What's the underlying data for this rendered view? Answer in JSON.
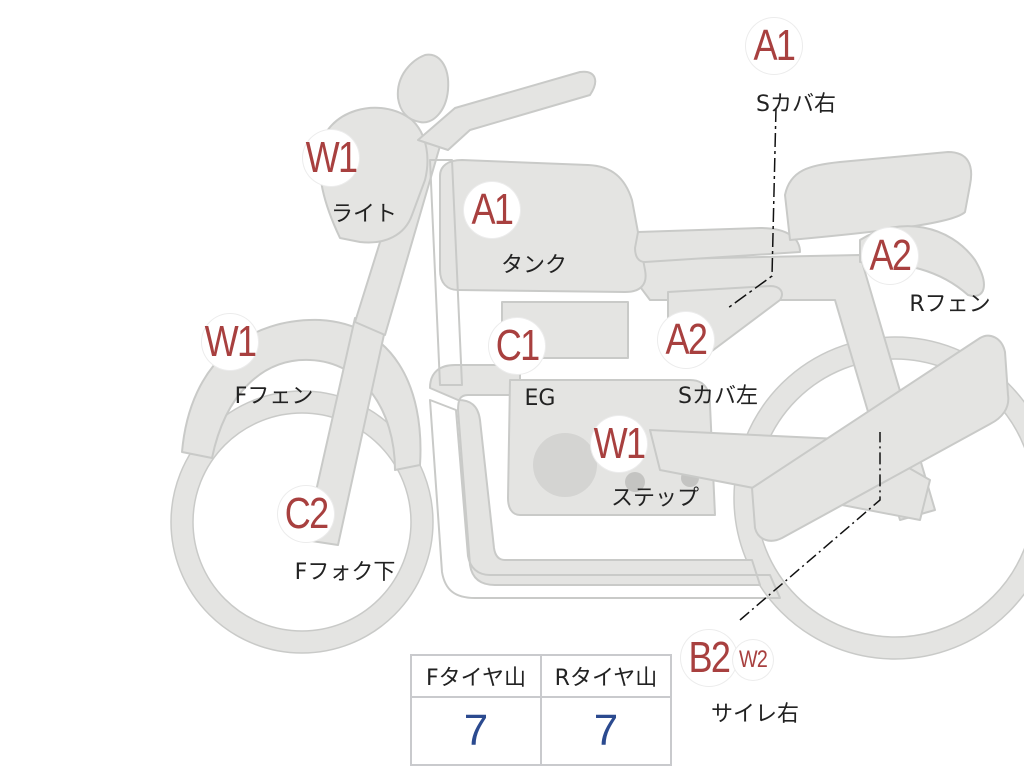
{
  "markers": [
    {
      "id": "a1-side-cover-right",
      "code": "A1",
      "label": "Sカバ右"
    },
    {
      "id": "w1-light",
      "code": "W1",
      "label": "ライト"
    },
    {
      "id": "a1-tank",
      "code": "A1",
      "label": "タンク"
    },
    {
      "id": "a2-rear-fender",
      "code": "A2",
      "label": "Rフェン"
    },
    {
      "id": "w1-front-fender",
      "code": "W1",
      "label": "Fフェン"
    },
    {
      "id": "c1-engine",
      "code": "C1",
      "label": "EG"
    },
    {
      "id": "a2-side-cover-left",
      "code": "A2",
      "label": "Sカバ左"
    },
    {
      "id": "w1-step",
      "code": "W1",
      "label": "ステップ"
    },
    {
      "id": "c2-front-fork-lower",
      "code": "C2",
      "label": "Fフォク下"
    },
    {
      "id": "b2-muffler-right",
      "code": "B2",
      "label": "サイレ右"
    },
    {
      "id": "w2-muffler-right",
      "code": "W2",
      "label": ""
    }
  ],
  "tread_table": {
    "headers": [
      "Fタイヤ山",
      "Rタイヤ山"
    ],
    "values": [
      "7",
      "7"
    ]
  },
  "colors": {
    "bike_fill": "#e4e4e2",
    "bike_stroke": "#c9cac8",
    "code_text": "#a8403f",
    "label_text": "#222222",
    "value_text": "#2b4a8f",
    "table_border": "#c9cacd"
  }
}
